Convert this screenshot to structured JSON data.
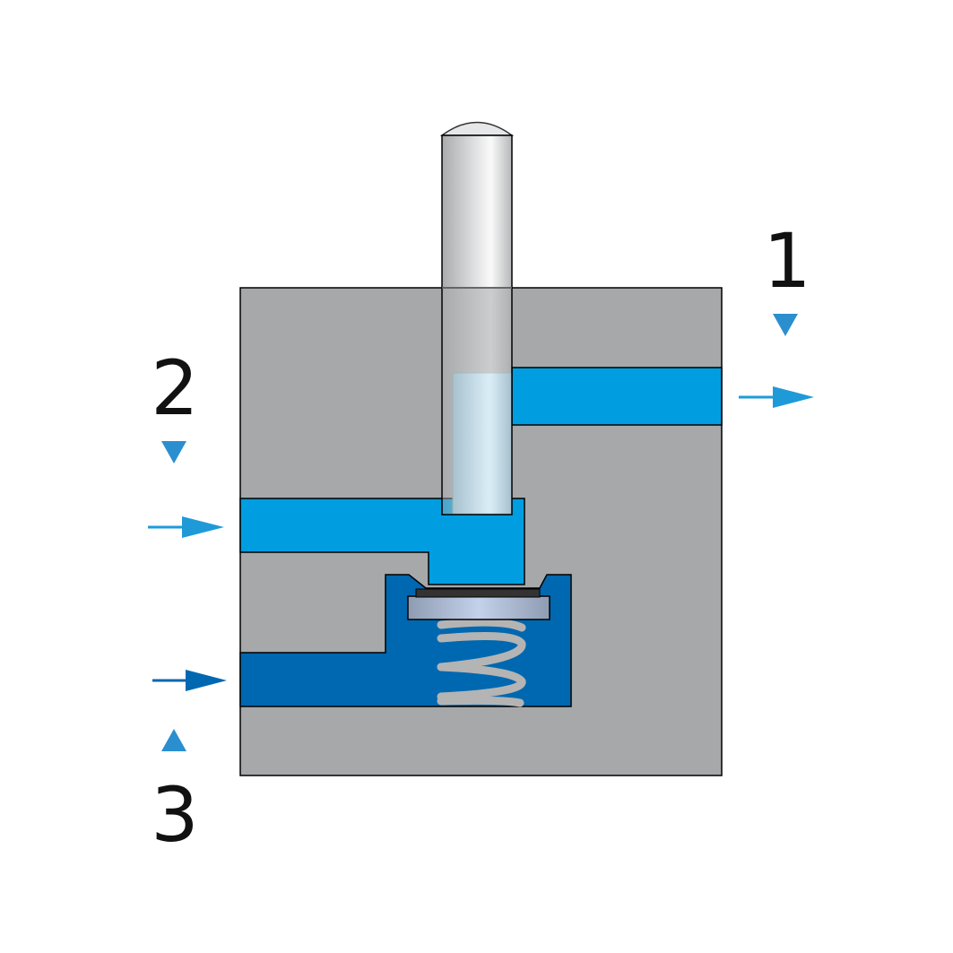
{
  "ports": [
    {
      "label": "1",
      "flow": "out"
    },
    {
      "label": "2",
      "flow": "in"
    },
    {
      "label": "3",
      "flow": "in"
    }
  ],
  "colors": {
    "body": "#a7a8aa",
    "air_supply": "#009ee0",
    "air_chamber": "#0068b0",
    "arrow_light": "#1e9ad8",
    "arrow_dark": "#0068b0",
    "marker": "#2b8fcf"
  }
}
